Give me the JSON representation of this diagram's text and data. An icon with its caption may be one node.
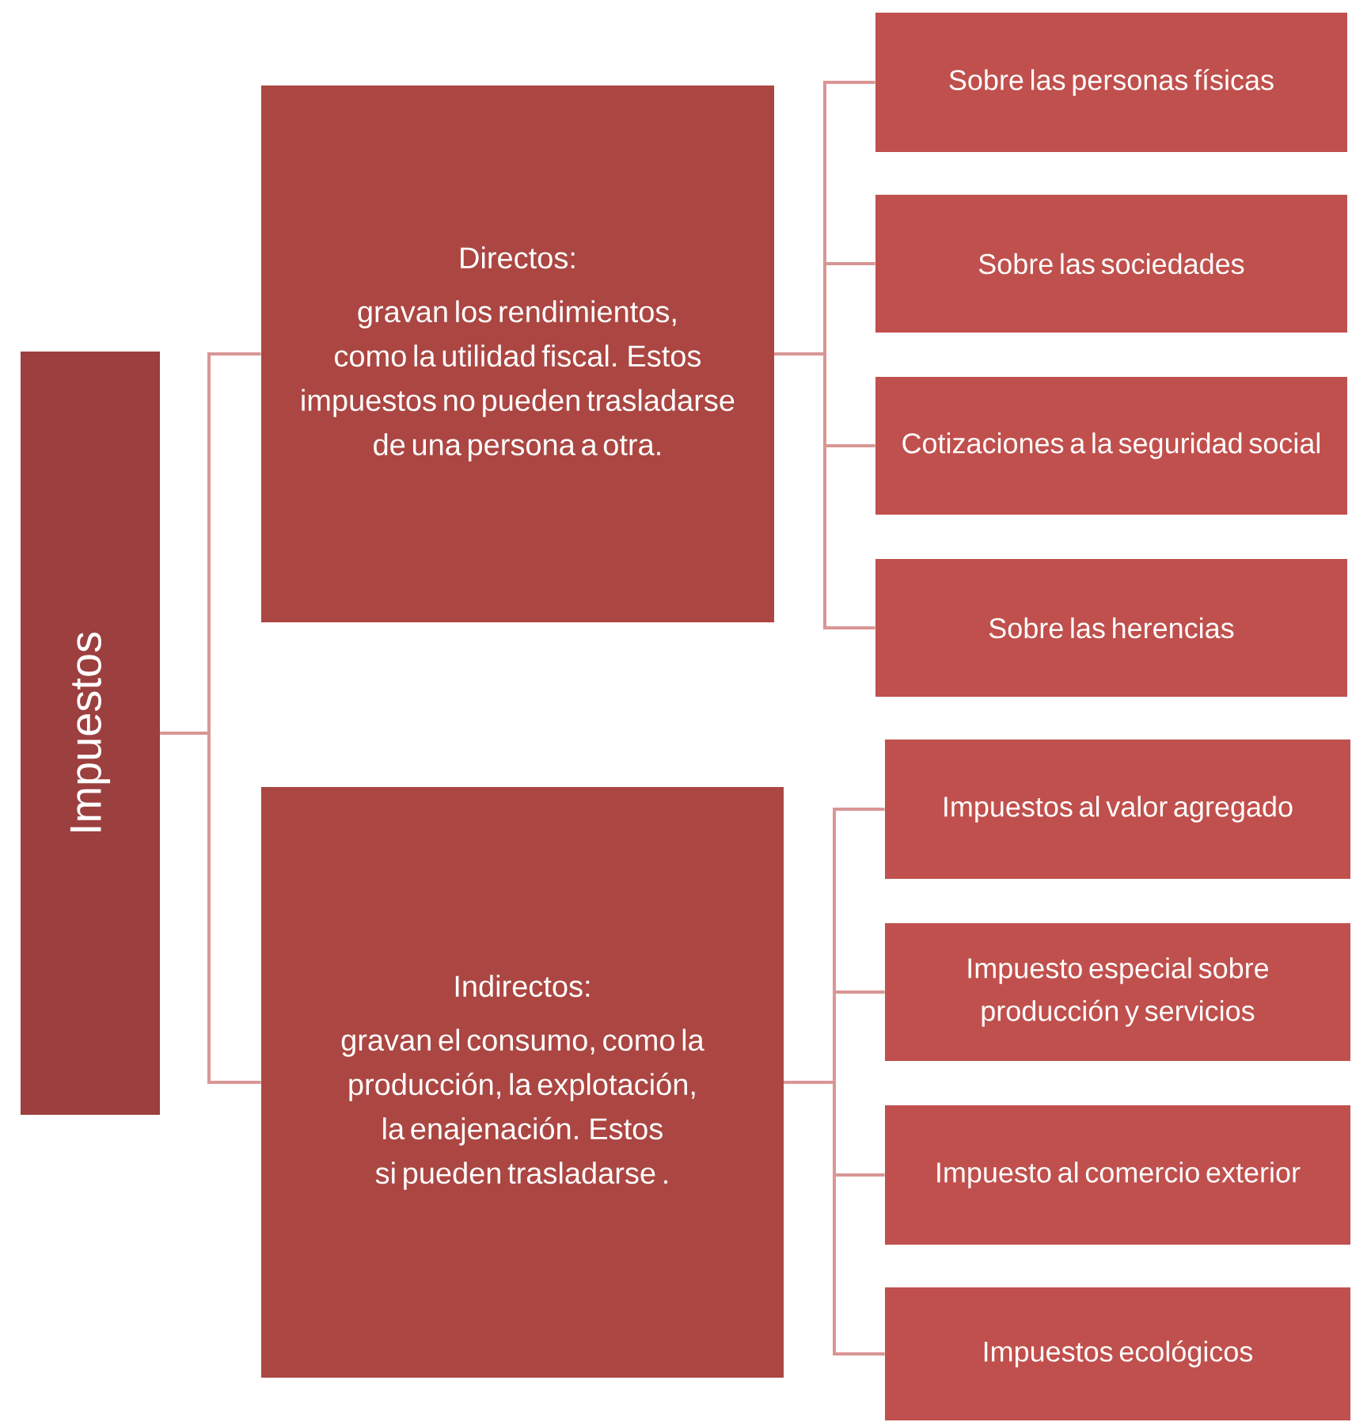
{
  "diagram": {
    "nodes": [
      {
        "text": [
          "Impuestos"
        ]
      },
      {
        "text": [
          "Directos:",
          "gravan los rendimientos, como la utilidad fiscal. Estos impuestos no pueden trasladarse de una persona a otra."
        ]
      },
      {
        "text": [
          "Indirectos:",
          "gravan el consumo, como la producción, la explotación, la enajenación. Estos si pueden trasladarse ."
        ]
      },
      {
        "text": [
          "Sobre las personas físicas"
        ]
      },
      {
        "text": [
          "Sobre las sociedades"
        ]
      },
      {
        "text": [
          "Cotizaciones a la seguridad social"
        ]
      },
      {
        "text": [
          "Sobre las herencias"
        ]
      },
      {
        "text": [
          "Impuestos al valor agregado"
        ]
      },
      {
        "text": [
          "Impuesto especial sobre producción y servicios"
        ]
      },
      {
        "text": [
          "Impuesto al comercio exterior"
        ]
      },
      {
        "text": [
          "Impuestos ecológicos"
        ]
      }
    ],
    "edges": [
      {
        "from": 0,
        "to": 1,
        "arrow": "none"
      },
      {
        "from": 0,
        "to": 2,
        "arrow": "none"
      },
      {
        "from": 1,
        "to": 3,
        "arrow": "none"
      },
      {
        "from": 1,
        "to": 4,
        "arrow": "none"
      },
      {
        "from": 1,
        "to": 5,
        "arrow": "none"
      },
      {
        "from": 1,
        "to": 6,
        "arrow": "none"
      },
      {
        "from": 2,
        "to": 7,
        "arrow": "none"
      },
      {
        "from": 2,
        "to": 8,
        "arrow": "none"
      },
      {
        "from": 2,
        "to": 9,
        "arrow": "none"
      },
      {
        "from": 2,
        "to": 10,
        "arrow": "none"
      }
    ]
  }
}
